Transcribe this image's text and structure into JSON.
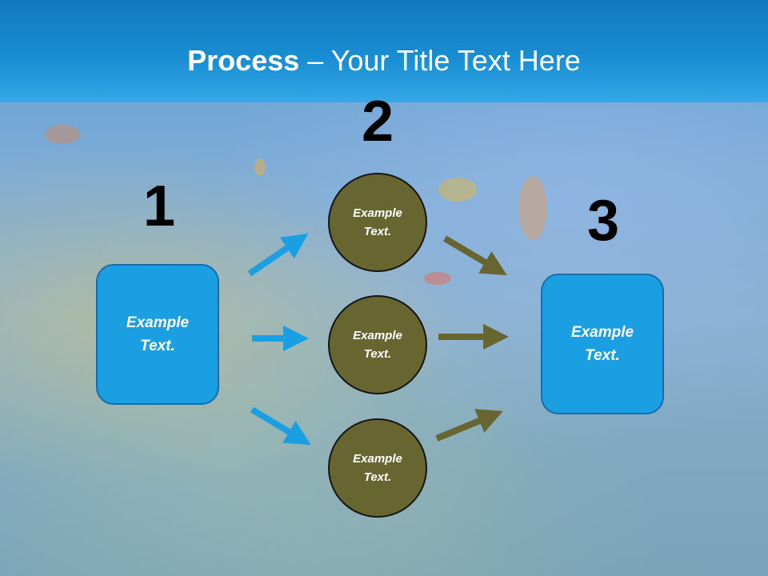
{
  "slide": {
    "title_bold": "Process",
    "title_rest": " – Your Title Text Here"
  },
  "steps": {
    "step1": {
      "number": "1",
      "box_text": "Example\nText."
    },
    "step2": {
      "number": "2",
      "circles": [
        {
          "text": "Example\nText."
        },
        {
          "text": "Example\nText."
        },
        {
          "text": "Example\nText."
        }
      ]
    },
    "step3": {
      "number": "3",
      "box_text": "Example\nText."
    }
  },
  "colors": {
    "header": "#1a8fd4",
    "box_fill": "#1aa0e2",
    "circle_fill": "#676530",
    "arrow_blue": "#1aa0e2",
    "arrow_olive": "#676530"
  }
}
